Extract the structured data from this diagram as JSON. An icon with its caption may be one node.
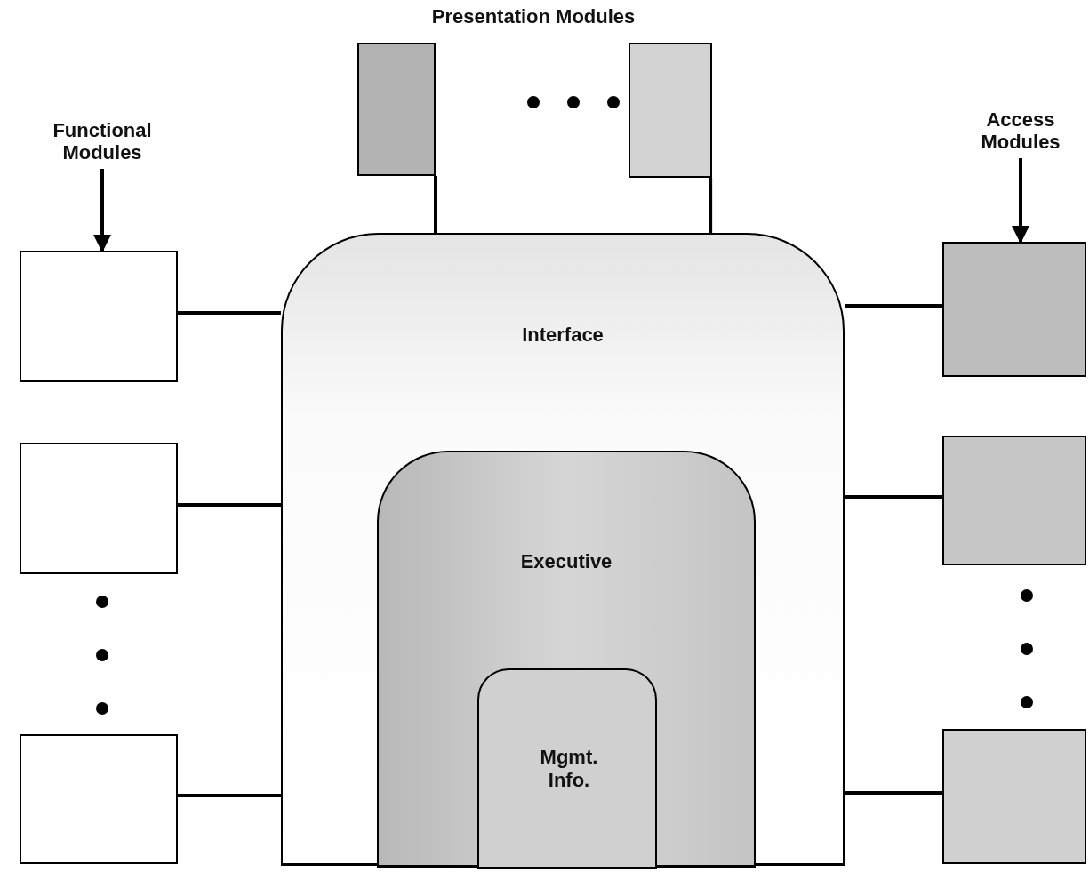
{
  "diagram": {
    "nodes": [
      {
        "text": [],
        "shape": "box"
      },
      {
        "text": [],
        "shape": "box"
      },
      {
        "text": [
          "Functional Modules"
        ]
      },
      {
        "text": [
          "Access Modules"
        ]
      },
      {
        "text": [],
        "shape": "box"
      },
      {
        "text": [
          "Interface"
        ]
      },
      {
        "text": [
          "Executive"
        ],
        "in": 5
      },
      {
        "text": [
          "Mgmt. Info."
        ],
        "in": 6
      },
      {
        "text": [],
        "shape": "box"
      },
      {
        "text": [],
        "shape": "box"
      },
      {
        "text": [],
        "shape": "box"
      },
      {
        "text": [],
        "shape": "box"
      },
      {
        "text": [],
        "shape": "box"
      }
    ],
    "edges": [
      {
        "from": 0,
        "to": 5,
        "arrow": "none"
      },
      {
        "from": 1,
        "to": 5,
        "arrow": "none"
      },
      {
        "from": 2,
        "to": 4,
        "arrow": "to"
      },
      {
        "from": 3,
        "to": 8,
        "arrow": "to"
      },
      {
        "from": 4,
        "to": 5,
        "arrow": "none"
      },
      {
        "from": 5,
        "to": 8,
        "arrow": "none"
      },
      {
        "from": 9,
        "to": 5,
        "arrow": "none"
      },
      {
        "from": 5,
        "to": 10,
        "arrow": "none"
      },
      {
        "from": 11,
        "to": 5,
        "arrow": "none"
      },
      {
        "from": 5,
        "to": 12,
        "arrow": "none"
      }
    ],
    "labels": [
      "Presentation Modules"
    ]
  }
}
